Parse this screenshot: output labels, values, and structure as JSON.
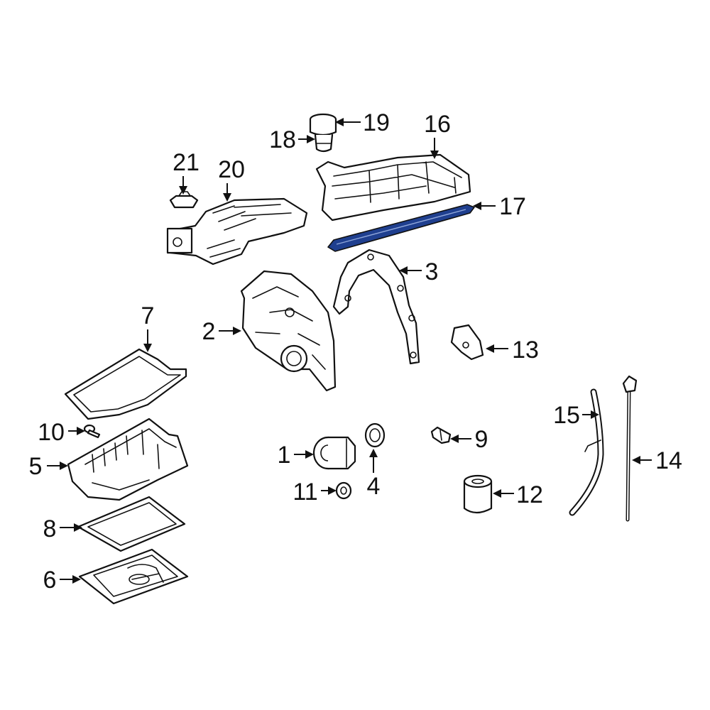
{
  "diagram": {
    "highlight_color": "#1f3f8f",
    "callouts": [
      {
        "id": "1",
        "label": "1"
      },
      {
        "id": "2",
        "label": "2"
      },
      {
        "id": "3",
        "label": "3"
      },
      {
        "id": "4",
        "label": "4"
      },
      {
        "id": "5",
        "label": "5"
      },
      {
        "id": "6",
        "label": "6"
      },
      {
        "id": "7",
        "label": "7"
      },
      {
        "id": "8",
        "label": "8"
      },
      {
        "id": "9",
        "label": "9"
      },
      {
        "id": "10",
        "label": "10"
      },
      {
        "id": "11",
        "label": "11"
      },
      {
        "id": "12",
        "label": "12"
      },
      {
        "id": "13",
        "label": "13"
      },
      {
        "id": "14",
        "label": "14"
      },
      {
        "id": "15",
        "label": "15"
      },
      {
        "id": "16",
        "label": "16"
      },
      {
        "id": "17",
        "label": "17",
        "highlighted": true
      },
      {
        "id": "18",
        "label": "18"
      },
      {
        "id": "19",
        "label": "19"
      },
      {
        "id": "20",
        "label": "20"
      },
      {
        "id": "21",
        "label": "21"
      }
    ]
  }
}
